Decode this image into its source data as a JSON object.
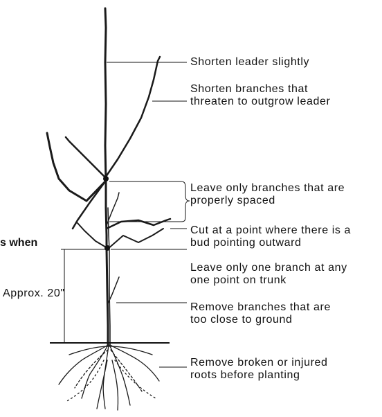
{
  "diagram": {
    "left_fragment": "s when",
    "measure_label": "Approx. 20\"",
    "annotations": {
      "leader": [
        "Shorten leader slightly"
      ],
      "branches": [
        "Shorten branches that",
        "threaten to outgrow leader"
      ],
      "spacing": [
        "Leave only branches that are",
        "properly spaced"
      ],
      "cut": [
        "Cut at a point where there is a",
        "bud pointing outward"
      ],
      "one_branch": [
        "Leave only one branch at any",
        "one point on trunk"
      ],
      "low_branches": [
        "Remove branches that are",
        "too close to ground"
      ],
      "roots": [
        "Remove broken or injured",
        "roots before planting"
      ]
    }
  }
}
